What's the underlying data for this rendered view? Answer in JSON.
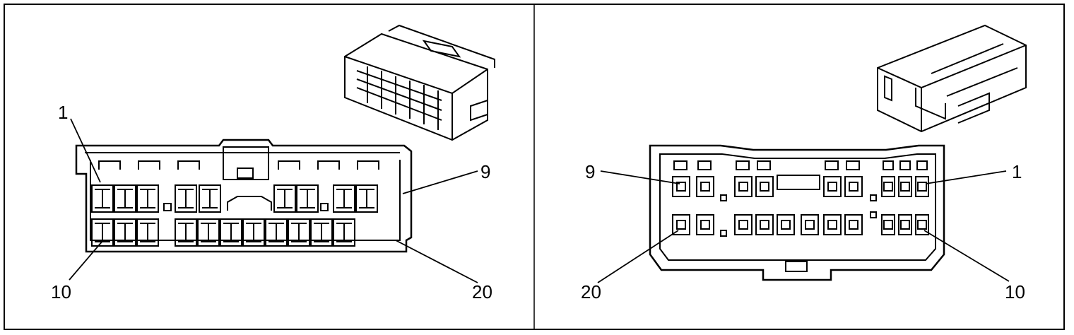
{
  "left_panel": {
    "callouts": {
      "pin_first_top": "1",
      "pin_last_top": "9",
      "pin_first_bottom": "10",
      "pin_last_bottom": "20"
    }
  },
  "right_panel": {
    "callouts": {
      "pin_first_top": "1",
      "pin_last_top": "9",
      "pin_first_bottom": "10",
      "pin_last_bottom": "20"
    }
  },
  "colors": {
    "line": "#000000",
    "background": "#ffffff"
  }
}
